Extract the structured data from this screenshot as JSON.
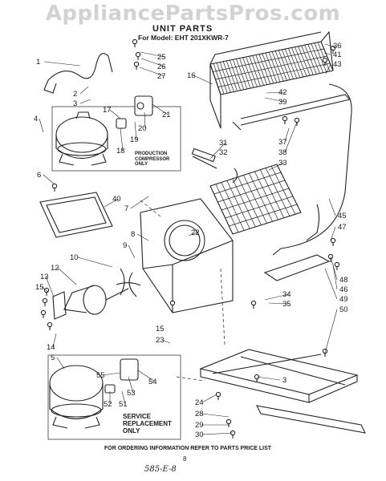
{
  "watermark": "AppliancePartsPros.com",
  "title": "UNIT PARTS",
  "model_line": "For Model: EHT 201XKWR-7",
  "notes": {
    "production": [
      "PRODUCTION",
      "COMPRESSOR",
      "ONLY"
    ],
    "service": [
      "SERVICE",
      "REPLACEMENT",
      "ONLY"
    ]
  },
  "footer": "FOR ORDERING INFORMATION REFER TO PARTS PRICE LIST",
  "page_number": "8",
  "handwritten": "585-E-8",
  "callouts": [
    {
      "id": "c1",
      "text": "1"
    },
    {
      "id": "c2",
      "text": "2"
    },
    {
      "id": "c3",
      "text": "3"
    },
    {
      "id": "c4",
      "text": "4"
    },
    {
      "id": "c5",
      "text": "5"
    },
    {
      "id": "c6",
      "text": "6"
    },
    {
      "id": "c7",
      "text": "7"
    },
    {
      "id": "c8",
      "text": "8"
    },
    {
      "id": "c9",
      "text": "9"
    },
    {
      "id": "c10",
      "text": "10"
    },
    {
      "id": "c12",
      "text": "12"
    },
    {
      "id": "c13",
      "text": "13"
    },
    {
      "id": "c14",
      "text": "14"
    },
    {
      "id": "c15a",
      "text": "15"
    },
    {
      "id": "c15b",
      "text": "15"
    },
    {
      "id": "c16",
      "text": "16"
    },
    {
      "id": "c17",
      "text": "17"
    },
    {
      "id": "c18",
      "text": "18"
    },
    {
      "id": "c19",
      "text": "19"
    },
    {
      "id": "c20",
      "text": "20"
    },
    {
      "id": "c21",
      "text": "21"
    },
    {
      "id": "c22",
      "text": "22"
    },
    {
      "id": "c23",
      "text": "23"
    },
    {
      "id": "c24",
      "text": "24"
    },
    {
      "id": "c25",
      "text": "25"
    },
    {
      "id": "c26",
      "text": "26"
    },
    {
      "id": "c27",
      "text": "27"
    },
    {
      "id": "c28",
      "text": "28"
    },
    {
      "id": "c29",
      "text": "29"
    },
    {
      "id": "c30",
      "text": "30"
    },
    {
      "id": "c31",
      "text": "31"
    },
    {
      "id": "c32",
      "text": "32"
    },
    {
      "id": "c33",
      "text": "33"
    },
    {
      "id": "c34",
      "text": "34"
    },
    {
      "id": "c35",
      "text": "35"
    },
    {
      "id": "c36",
      "text": "36"
    },
    {
      "id": "c37",
      "text": "37"
    },
    {
      "id": "c38",
      "text": "38"
    },
    {
      "id": "c39",
      "text": "39"
    },
    {
      "id": "c40",
      "text": "40"
    },
    {
      "id": "c41",
      "text": "41"
    },
    {
      "id": "c42",
      "text": "42"
    },
    {
      "id": "c43",
      "text": "43"
    },
    {
      "id": "c45",
      "text": "45"
    },
    {
      "id": "c46",
      "text": "46"
    },
    {
      "id": "c47",
      "text": "47"
    },
    {
      "id": "c48",
      "text": "48"
    },
    {
      "id": "c49",
      "text": "49"
    },
    {
      "id": "c50",
      "text": "50"
    },
    {
      "id": "c51",
      "text": "51"
    },
    {
      "id": "c52",
      "text": "52"
    },
    {
      "id": "c53",
      "text": "53"
    },
    {
      "id": "c54",
      "text": "54"
    },
    {
      "id": "c55",
      "text": "55"
    },
    {
      "id": "c3b",
      "text": "3"
    }
  ]
}
